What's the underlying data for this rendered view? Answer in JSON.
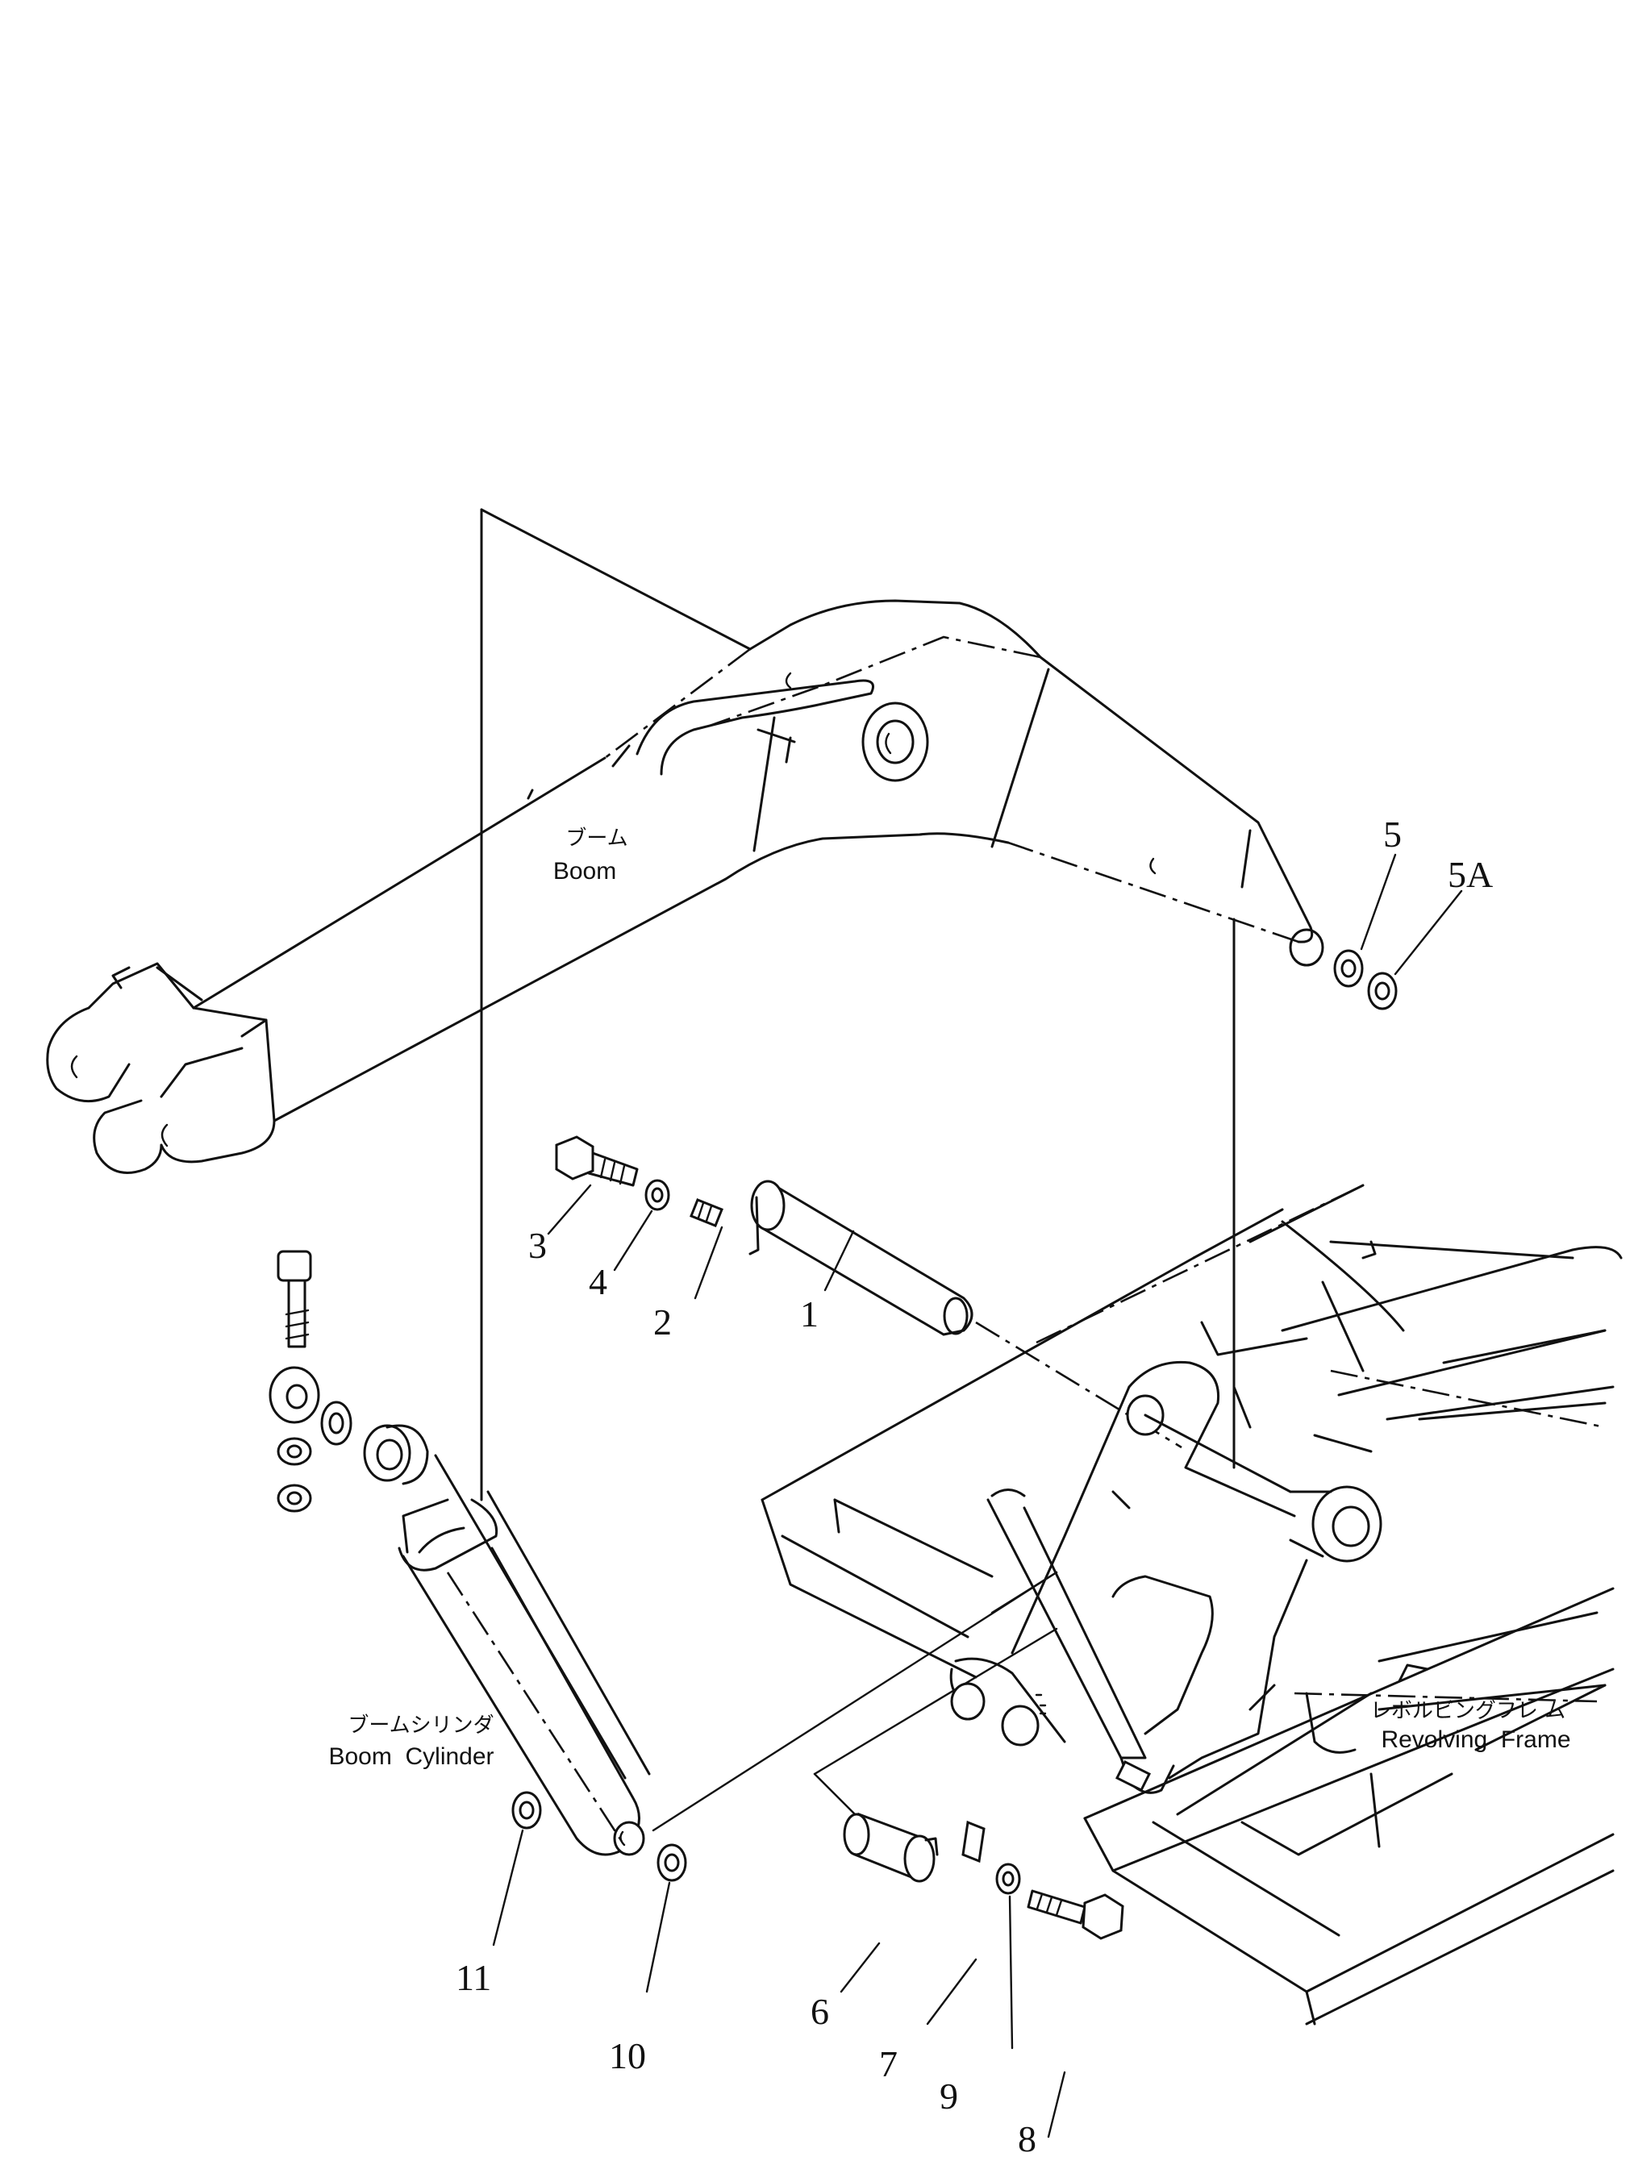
{
  "diagram": {
    "components": [
      {
        "id": "boom",
        "label_jp": "ブーム",
        "label_en": "Boom"
      },
      {
        "id": "boom-cylinder",
        "label_jp": "ブームシリンダ",
        "label_en": "Boom  Cylinder"
      },
      {
        "id": "revolving-frame",
        "label_jp": "レボルビングフレ ム",
        "label_en": "Revolving  Frame"
      }
    ],
    "callouts": [
      "1",
      "2",
      "3",
      "4",
      "5",
      "5A",
      "6",
      "7",
      "8",
      "9",
      "10",
      "11"
    ]
  }
}
